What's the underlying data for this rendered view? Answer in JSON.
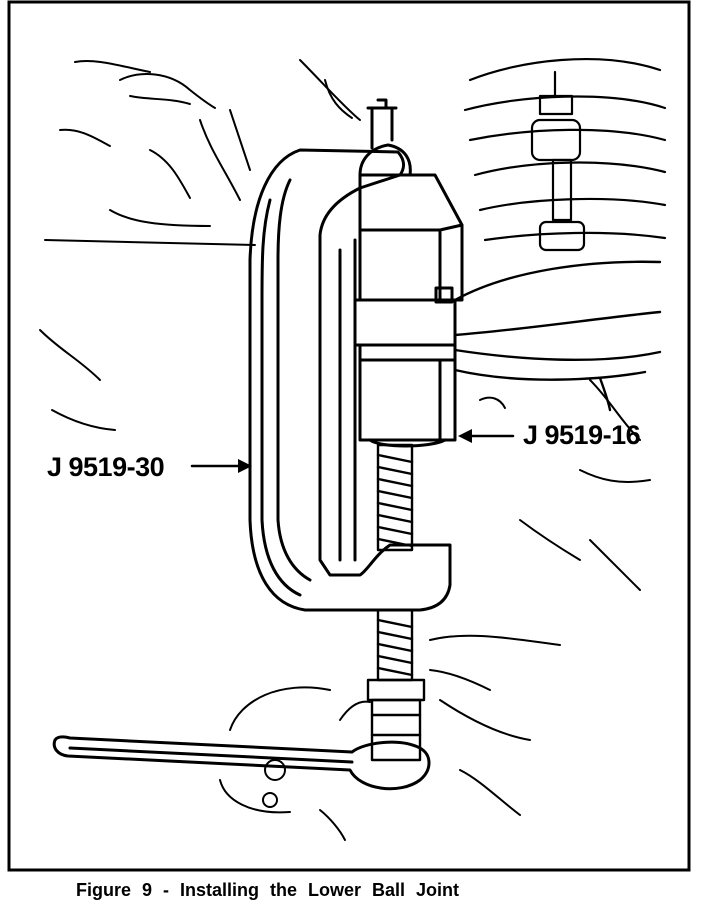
{
  "figure": {
    "label_left": "J 9519-30",
    "label_right": "J 9519-16",
    "caption": "Figure 9 - Installing the Lower Ball Joint"
  },
  "colors": {
    "ink": "#000000",
    "paper": "#ffffff"
  }
}
